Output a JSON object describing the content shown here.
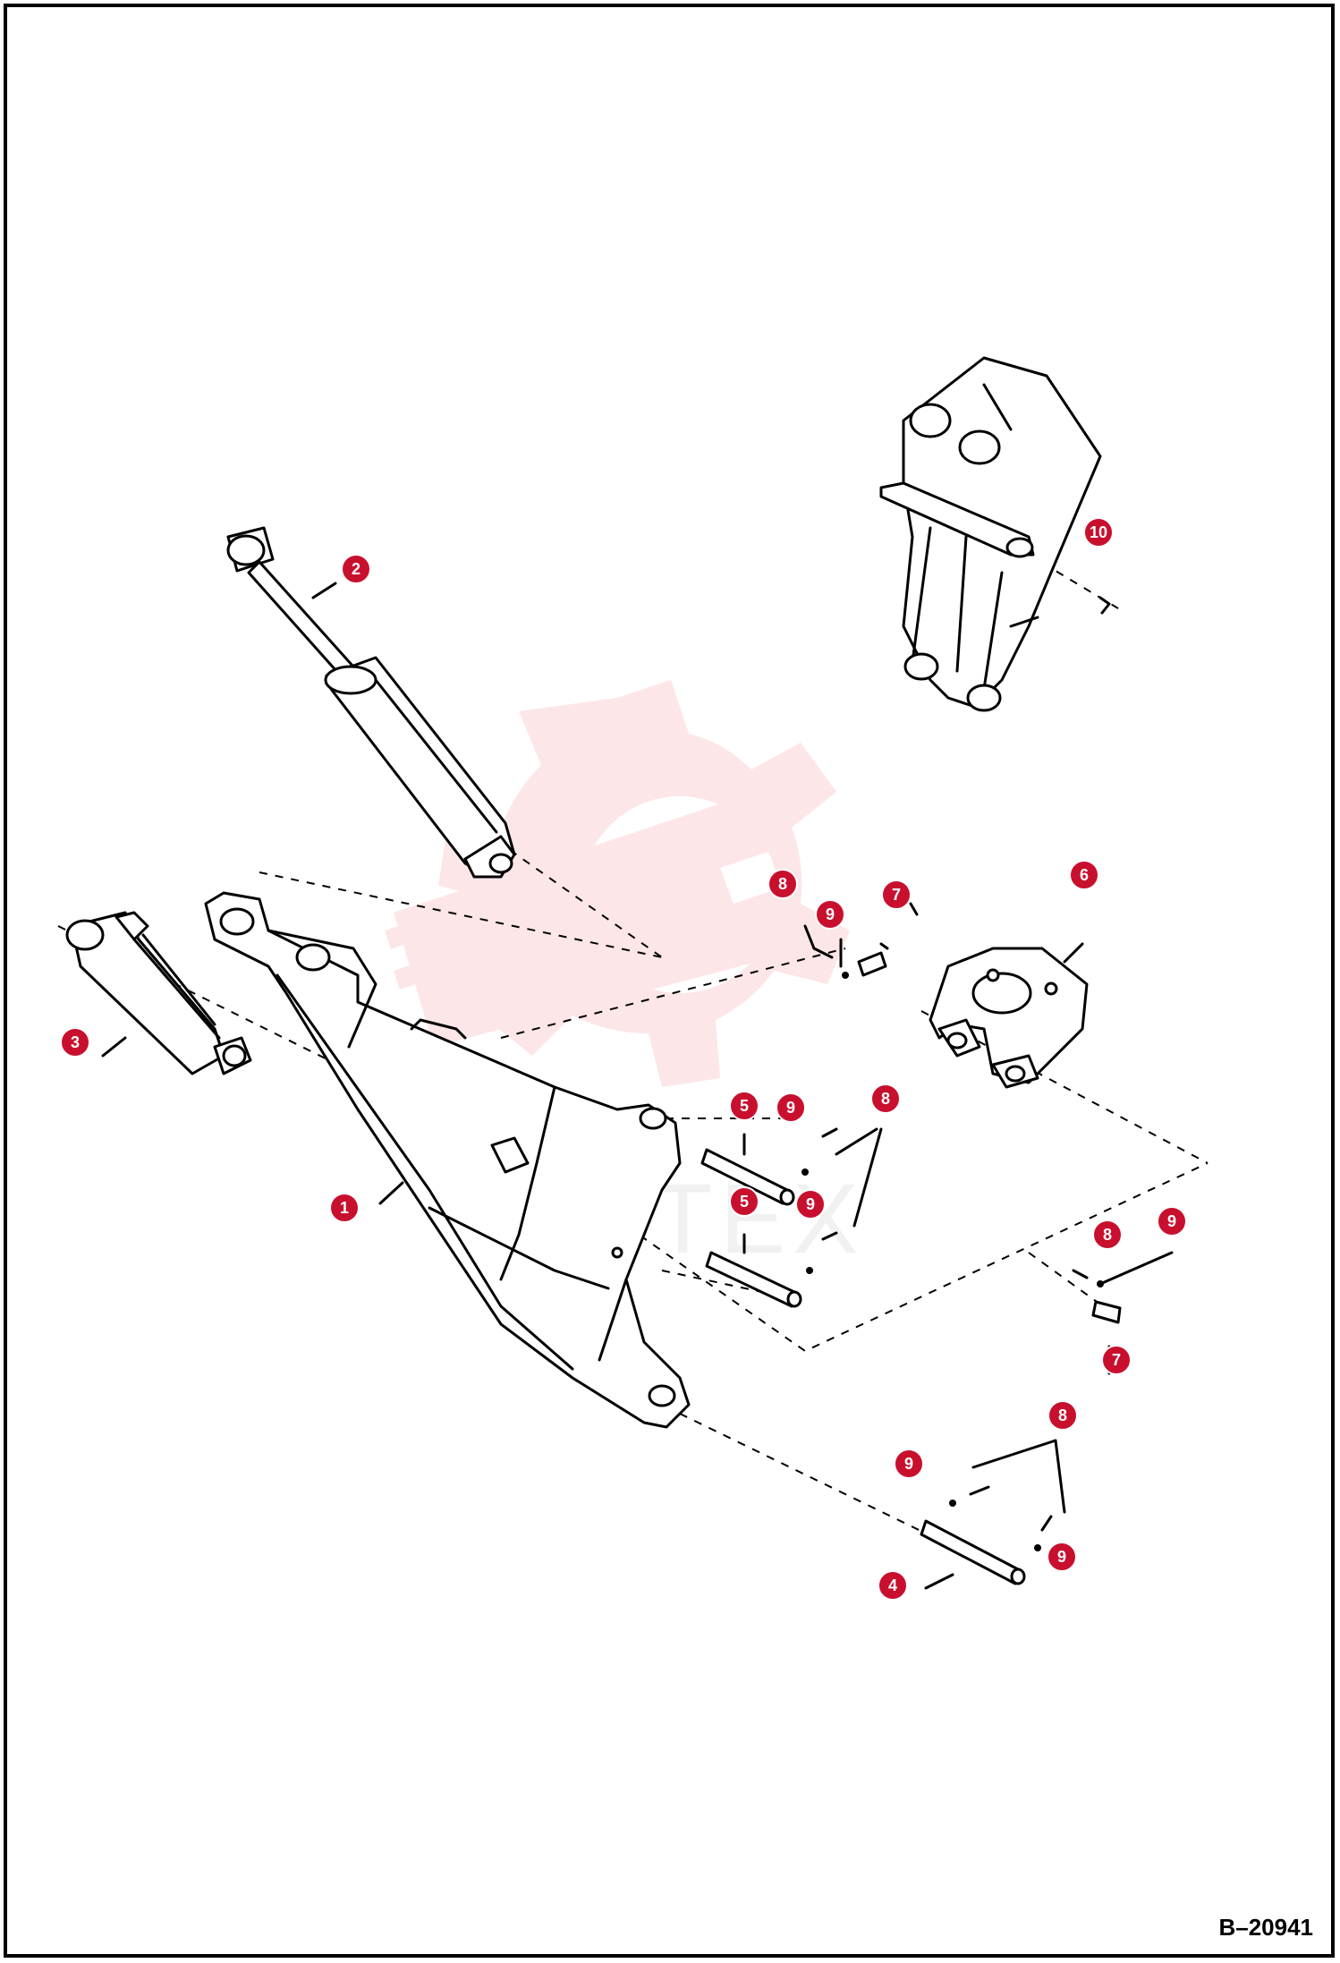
{
  "figure_id": "B–20941",
  "watermark_text": "ИНТЕХ",
  "colors": {
    "callout": "#c8102e",
    "watermark": "#e8303a",
    "line": "#000000"
  },
  "callouts": [
    {
      "label": "1",
      "part": "boom"
    },
    {
      "label": "2",
      "part": "boom-cylinder"
    },
    {
      "label": "3",
      "part": "swing-cylinder"
    },
    {
      "label": "4",
      "part": "pin-lower"
    },
    {
      "label": "5",
      "part": "pin-upper"
    },
    {
      "label": "5",
      "part": "pin-middle"
    },
    {
      "label": "6",
      "part": "swing-bracket"
    },
    {
      "label": "7",
      "part": "bushing-upper"
    },
    {
      "label": "7",
      "part": "bushing-right"
    },
    {
      "label": "8",
      "part": "bolt-upper"
    },
    {
      "label": "8",
      "part": "bolt-middle"
    },
    {
      "label": "8",
      "part": "bolt-right"
    },
    {
      "label": "8",
      "part": "bolt-lower"
    },
    {
      "label": "9",
      "part": "nut-upper"
    },
    {
      "label": "9",
      "part": "nut-middle-a"
    },
    {
      "label": "9",
      "part": "nut-middle-b"
    },
    {
      "label": "9",
      "part": "nut-right"
    },
    {
      "label": "9",
      "part": "nut-lower-a"
    },
    {
      "label": "9",
      "part": "nut-lower-b"
    },
    {
      "label": "10",
      "part": "grease-fitting"
    }
  ]
}
